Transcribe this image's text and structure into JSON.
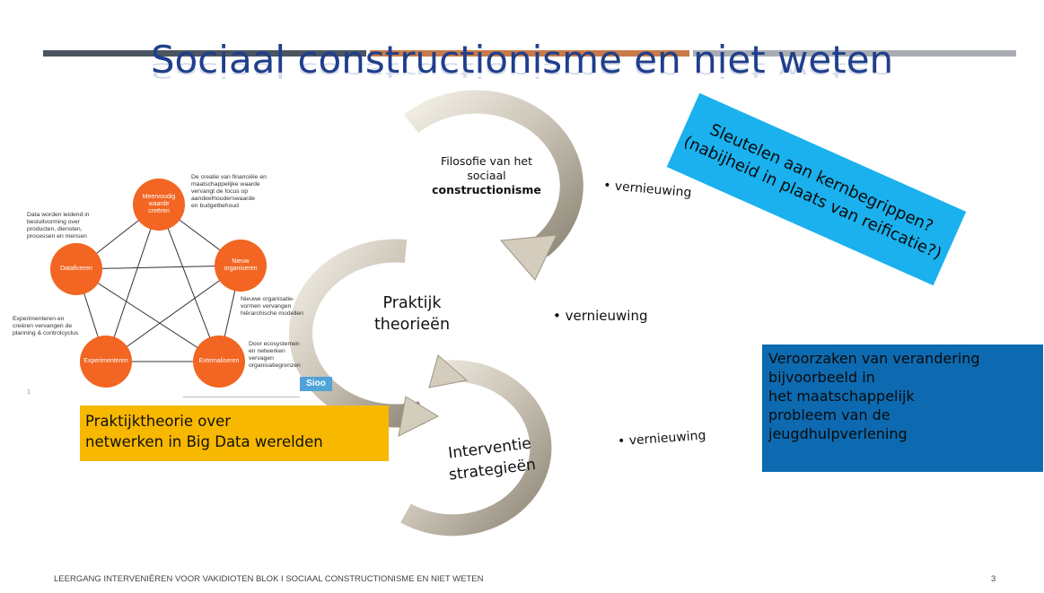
{
  "slide": {
    "title": "Sociaal constructionisme en niet weten",
    "footer": "LEERGANG INTERVENIËREN VOOR VAKIDIOTEN  BLOK I SOCIAAL CONSTRUCTIONISME EN NIET WETEN",
    "page_number": "3",
    "colors": {
      "title": "#1f3f8c",
      "bar_dark": "#4b5560",
      "bar_copper": "#c97a4a",
      "bar_grey": "#a9adb3"
    }
  },
  "cycle": {
    "stage1_line1": "Filosofie van het",
    "stage1_line2": "sociaal",
    "stage1_line3": "constructionisme",
    "stage2_line1": "Praktijk",
    "stage2_line2": "theorieën",
    "stage3_line1": "Interventie",
    "stage3_line2": "strategieën",
    "bullet1": "• vernieuwing",
    "bullet2": "• vernieuwing",
    "bullet3": "• vernieuwing"
  },
  "cyan_box": {
    "line1": "Sleutelen aan kernbegrippen?",
    "line2": "(nabijheid in plaats van reificatie?)",
    "color": "#1ab1ee"
  },
  "blue_box": {
    "line1": "Veroorzaken van verandering",
    "line2": "bijvoorbeeld in",
    "line3": "het maatschappelijk",
    "line4": "probleem van de",
    "line5": "jeugdhulpverlening",
    "color": "#0d6ab0"
  },
  "orange_box": {
    "line1": "Praktijktheorie over",
    "line2": "netwerken in Big Data werelden",
    "color": "#f8b800"
  },
  "network": {
    "node_top_1": "Meervoudig",
    "node_top_2": "waarde",
    "node_top_3": "creëren",
    "node_right_1": "Nieuw",
    "node_right_2": "organiseren",
    "node_left": "Dataficeren",
    "node_bl": "Experimenteren",
    "node_br": "Externaliseren",
    "desc_top_1": "De creatie van financiële en",
    "desc_top_2": "maatschappelijke waarde",
    "desc_top_3": "vervangt de focus op",
    "desc_top_4": "aandeelhouderswaarde",
    "desc_top_5": "en budgetbehoud",
    "desc_left_1": "Data worden leidend in",
    "desc_left_2": "besluitvorming over",
    "desc_left_3": "producten, diensten,",
    "desc_left_4": "processen en mensen",
    "desc_right_1": "Nieuwe organisatie-",
    "desc_right_2": "vormen vervangen",
    "desc_right_3": "hiërarchische modellen",
    "desc_bl_1": "Experimenteren en",
    "desc_bl_2": "creëren vervangen de",
    "desc_bl_3": "planning & controlcyclus",
    "desc_br_1": "Door ecosystemen",
    "desc_br_2": "en netwerken",
    "desc_br_3": "vervagen",
    "desc_br_4": "organisatiegrenzen",
    "logo": "Sioo",
    "small_num": "1",
    "node_color": "#f26522"
  }
}
